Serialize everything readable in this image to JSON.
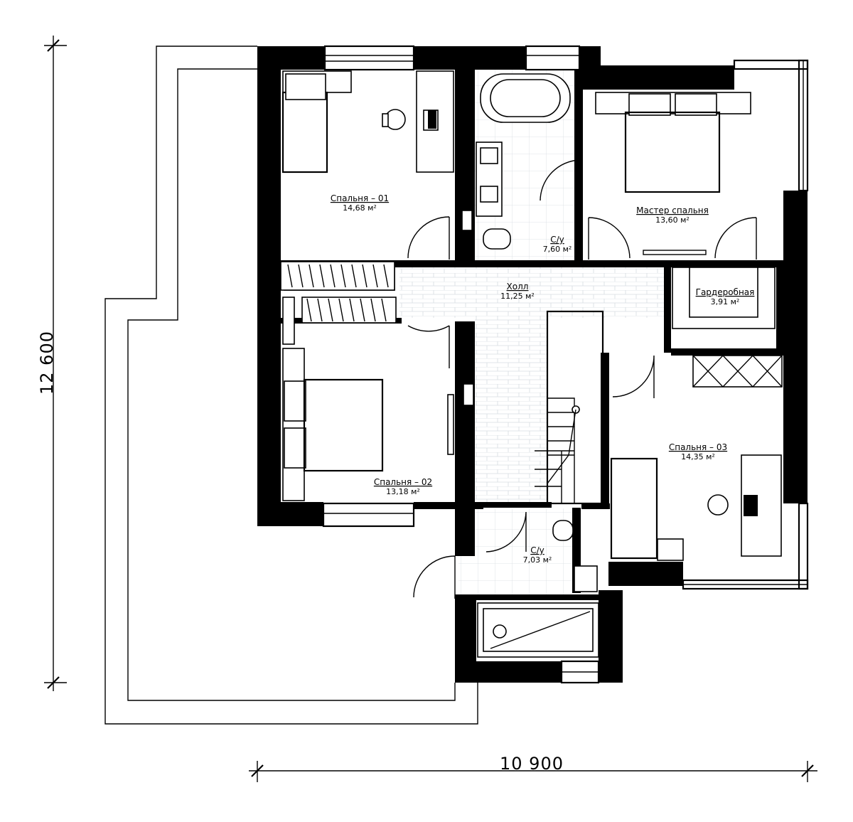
{
  "dimensions": {
    "width_label": "10 900",
    "height_label": "12 600"
  },
  "rooms": [
    {
      "id": "bedroom1",
      "name": "Спальня – 01",
      "area": "14,68 м²"
    },
    {
      "id": "bath1",
      "name": "С/у",
      "area": "7,60 м²"
    },
    {
      "id": "master",
      "name": "Мастер спальня",
      "area": "13,60 м²"
    },
    {
      "id": "hall",
      "name": "Холл",
      "area": "11,25 м²"
    },
    {
      "id": "wardrobe",
      "name": "Гардеробная",
      "area": "3,91 м²"
    },
    {
      "id": "bedroom2",
      "name": "Спальня – 02",
      "area": "13,18 м²"
    },
    {
      "id": "bedroom3",
      "name": "Спальня – 03",
      "area": "14,35 м²"
    },
    {
      "id": "bath2",
      "name": "С/у",
      "area": "7,03 м²"
    }
  ]
}
